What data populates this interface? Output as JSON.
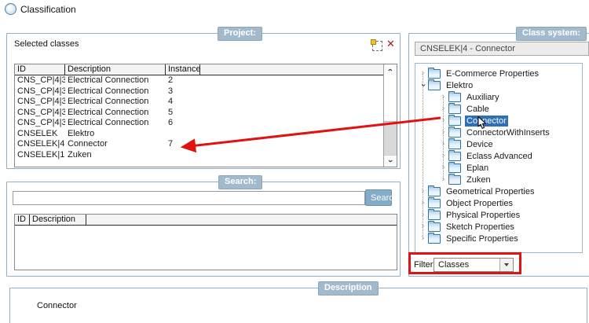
{
  "window": {
    "title": "Classification"
  },
  "colors": {
    "badge_bg": "#a2bacb",
    "panel_border": "#93afc7",
    "selection_blue": "#2e6fb8",
    "annotation_red": "#e01212",
    "button_bg": "#84abc8"
  },
  "project_panel": {
    "badge": "Project:",
    "list_title": "Selected classes",
    "toolbar": {
      "remove_glyph": "✕"
    },
    "table": {
      "columns": [
        "ID",
        "Description",
        "Instance"
      ],
      "rows": [
        {
          "id": "CNS_CP|4|3",
          "description": "Electrical Connection",
          "instance": "2"
        },
        {
          "id": "CNS_CP|4|3",
          "description": "Electrical Connection",
          "instance": "3"
        },
        {
          "id": "CNS_CP|4|3",
          "description": "Electrical Connection",
          "instance": "4"
        },
        {
          "id": "CNS_CP|4|3",
          "description": "Electrical Connection",
          "instance": "5"
        },
        {
          "id": "CNS_CP|4|3",
          "description": "Electrical Connection",
          "instance": "6"
        },
        {
          "id": "CNSELEK",
          "description": "Elektro",
          "instance": ""
        },
        {
          "id": "CNSELEK|4",
          "description": "Connector",
          "instance": "7"
        },
        {
          "id": "CNSELEK|1",
          "description": "Zuken",
          "instance": ""
        }
      ]
    }
  },
  "search_panel": {
    "badge": "Search:",
    "input": {
      "value": "",
      "placeholder": ""
    },
    "button_label": "Search",
    "table": {
      "columns": [
        "ID",
        "Description"
      ],
      "rows": []
    }
  },
  "class_system_panel": {
    "badge": "Class system:",
    "selected_class_path": "CNSELEK|4 - Connector",
    "tree": [
      {
        "label": "E-Commerce Properties",
        "level": 0,
        "state": "collapsed",
        "selected": false
      },
      {
        "label": "Elektro",
        "level": 0,
        "state": "expanded",
        "selected": false
      },
      {
        "label": "Auxiliary",
        "level": 1,
        "state": "collapsed",
        "selected": false
      },
      {
        "label": "Cable",
        "level": 1,
        "state": "collapsed",
        "selected": false
      },
      {
        "label": "Connector",
        "level": 1,
        "state": "collapsed",
        "selected": true
      },
      {
        "label": "ConnectorWithInserts",
        "level": 1,
        "state": "collapsed",
        "selected": false
      },
      {
        "label": "Device",
        "level": 1,
        "state": "collapsed",
        "selected": false
      },
      {
        "label": "Eclass Advanced",
        "level": 1,
        "state": "collapsed",
        "selected": false
      },
      {
        "label": "Eplan",
        "level": 1,
        "state": "collapsed",
        "selected": false
      },
      {
        "label": "Zuken",
        "level": 1,
        "state": "collapsed",
        "selected": false
      },
      {
        "label": "Geometrical Properties",
        "level": 0,
        "state": "collapsed",
        "selected": false
      },
      {
        "label": "Object Properties",
        "level": 0,
        "state": "collapsed",
        "selected": false
      },
      {
        "label": "Physical Properties",
        "level": 0,
        "state": "collapsed",
        "selected": false
      },
      {
        "label": "Sketch Properties",
        "level": 0,
        "state": "collapsed",
        "selected": false
      },
      {
        "label": "Specific Properties",
        "level": 0,
        "state": "collapsed",
        "selected": false
      }
    ],
    "filter": {
      "label": "Filter:",
      "value": "Classes"
    }
  },
  "description_panel": {
    "badge": "Description",
    "text": "Connector"
  }
}
